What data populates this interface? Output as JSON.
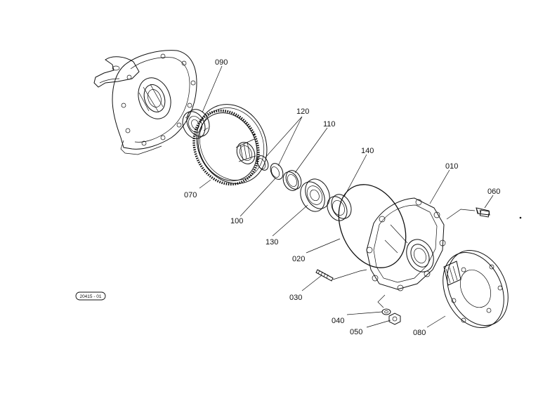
{
  "diagram": {
    "reference_code": "20415 - 01",
    "parts": [
      {
        "id": "housing",
        "label": "090"
      },
      {
        "id": "gear",
        "label": "070"
      },
      {
        "id": "circlips",
        "label": "120"
      },
      {
        "id": "spacer",
        "label": "110"
      },
      {
        "id": "ring",
        "label": "100"
      },
      {
        "id": "outer-bearing",
        "label": "140"
      },
      {
        "id": "bearing",
        "label": "130"
      },
      {
        "id": "o-ring",
        "label": "020"
      },
      {
        "id": "cover",
        "label": "010"
      },
      {
        "id": "bolt",
        "label": "060"
      },
      {
        "id": "stud",
        "label": "030"
      },
      {
        "id": "washer",
        "label": "040"
      },
      {
        "id": "nut",
        "label": "050"
      },
      {
        "id": "flange",
        "label": "080"
      }
    ]
  }
}
